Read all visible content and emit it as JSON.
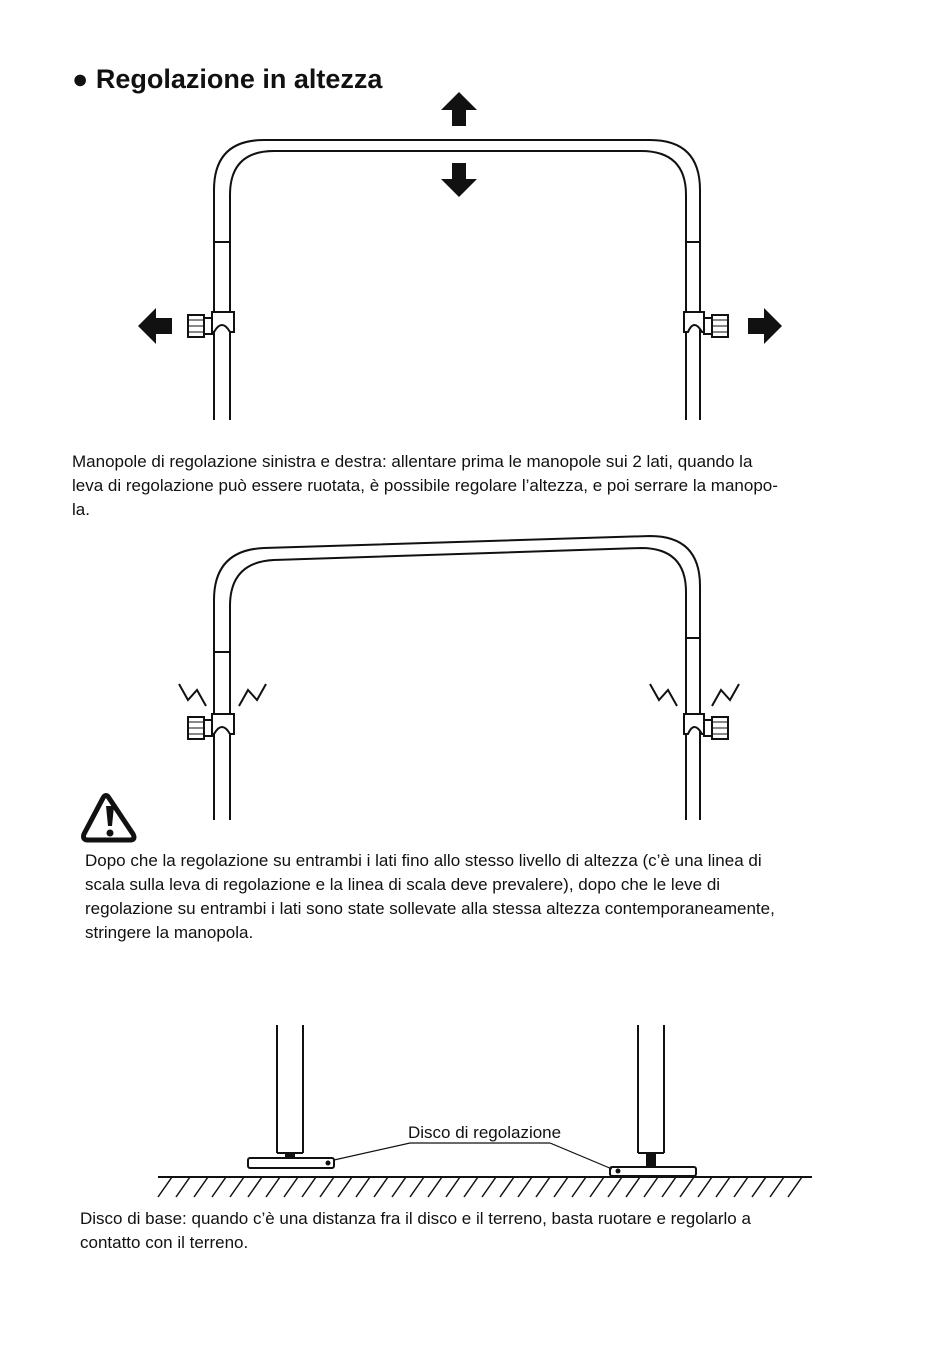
{
  "heading": {
    "bullet": "●",
    "title": "Regolazione in altezza"
  },
  "section1": {
    "text": "Manopole di regolazione sinistra e destra: allentare prima le manopole sui 2 lati, quando la\nleva di regolazione può essere ruotata, è possibile regolare l’altezza, e poi serrare la manopo-\nla."
  },
  "section2": {
    "warning_icon": "warning-triangle-icon",
    "text": "Dopo che la regolazione su entrambi i lati fino allo stesso livello di altezza (c’è una linea di\nscala sulla leva di regolazione e la linea di scala deve prevalere), dopo che le leve di\nregolazione su entrambi i lati sono state sollevate alla stessa altezza contemporaneamente,\nstringere la manopola."
  },
  "section3": {
    "callout_label": "Disco di regolazione",
    "text": "Disco di base: quando c’è una distanza fra il disco e il terreno, basta ruotare e regolarlo a\ncontatto con il terreno."
  }
}
